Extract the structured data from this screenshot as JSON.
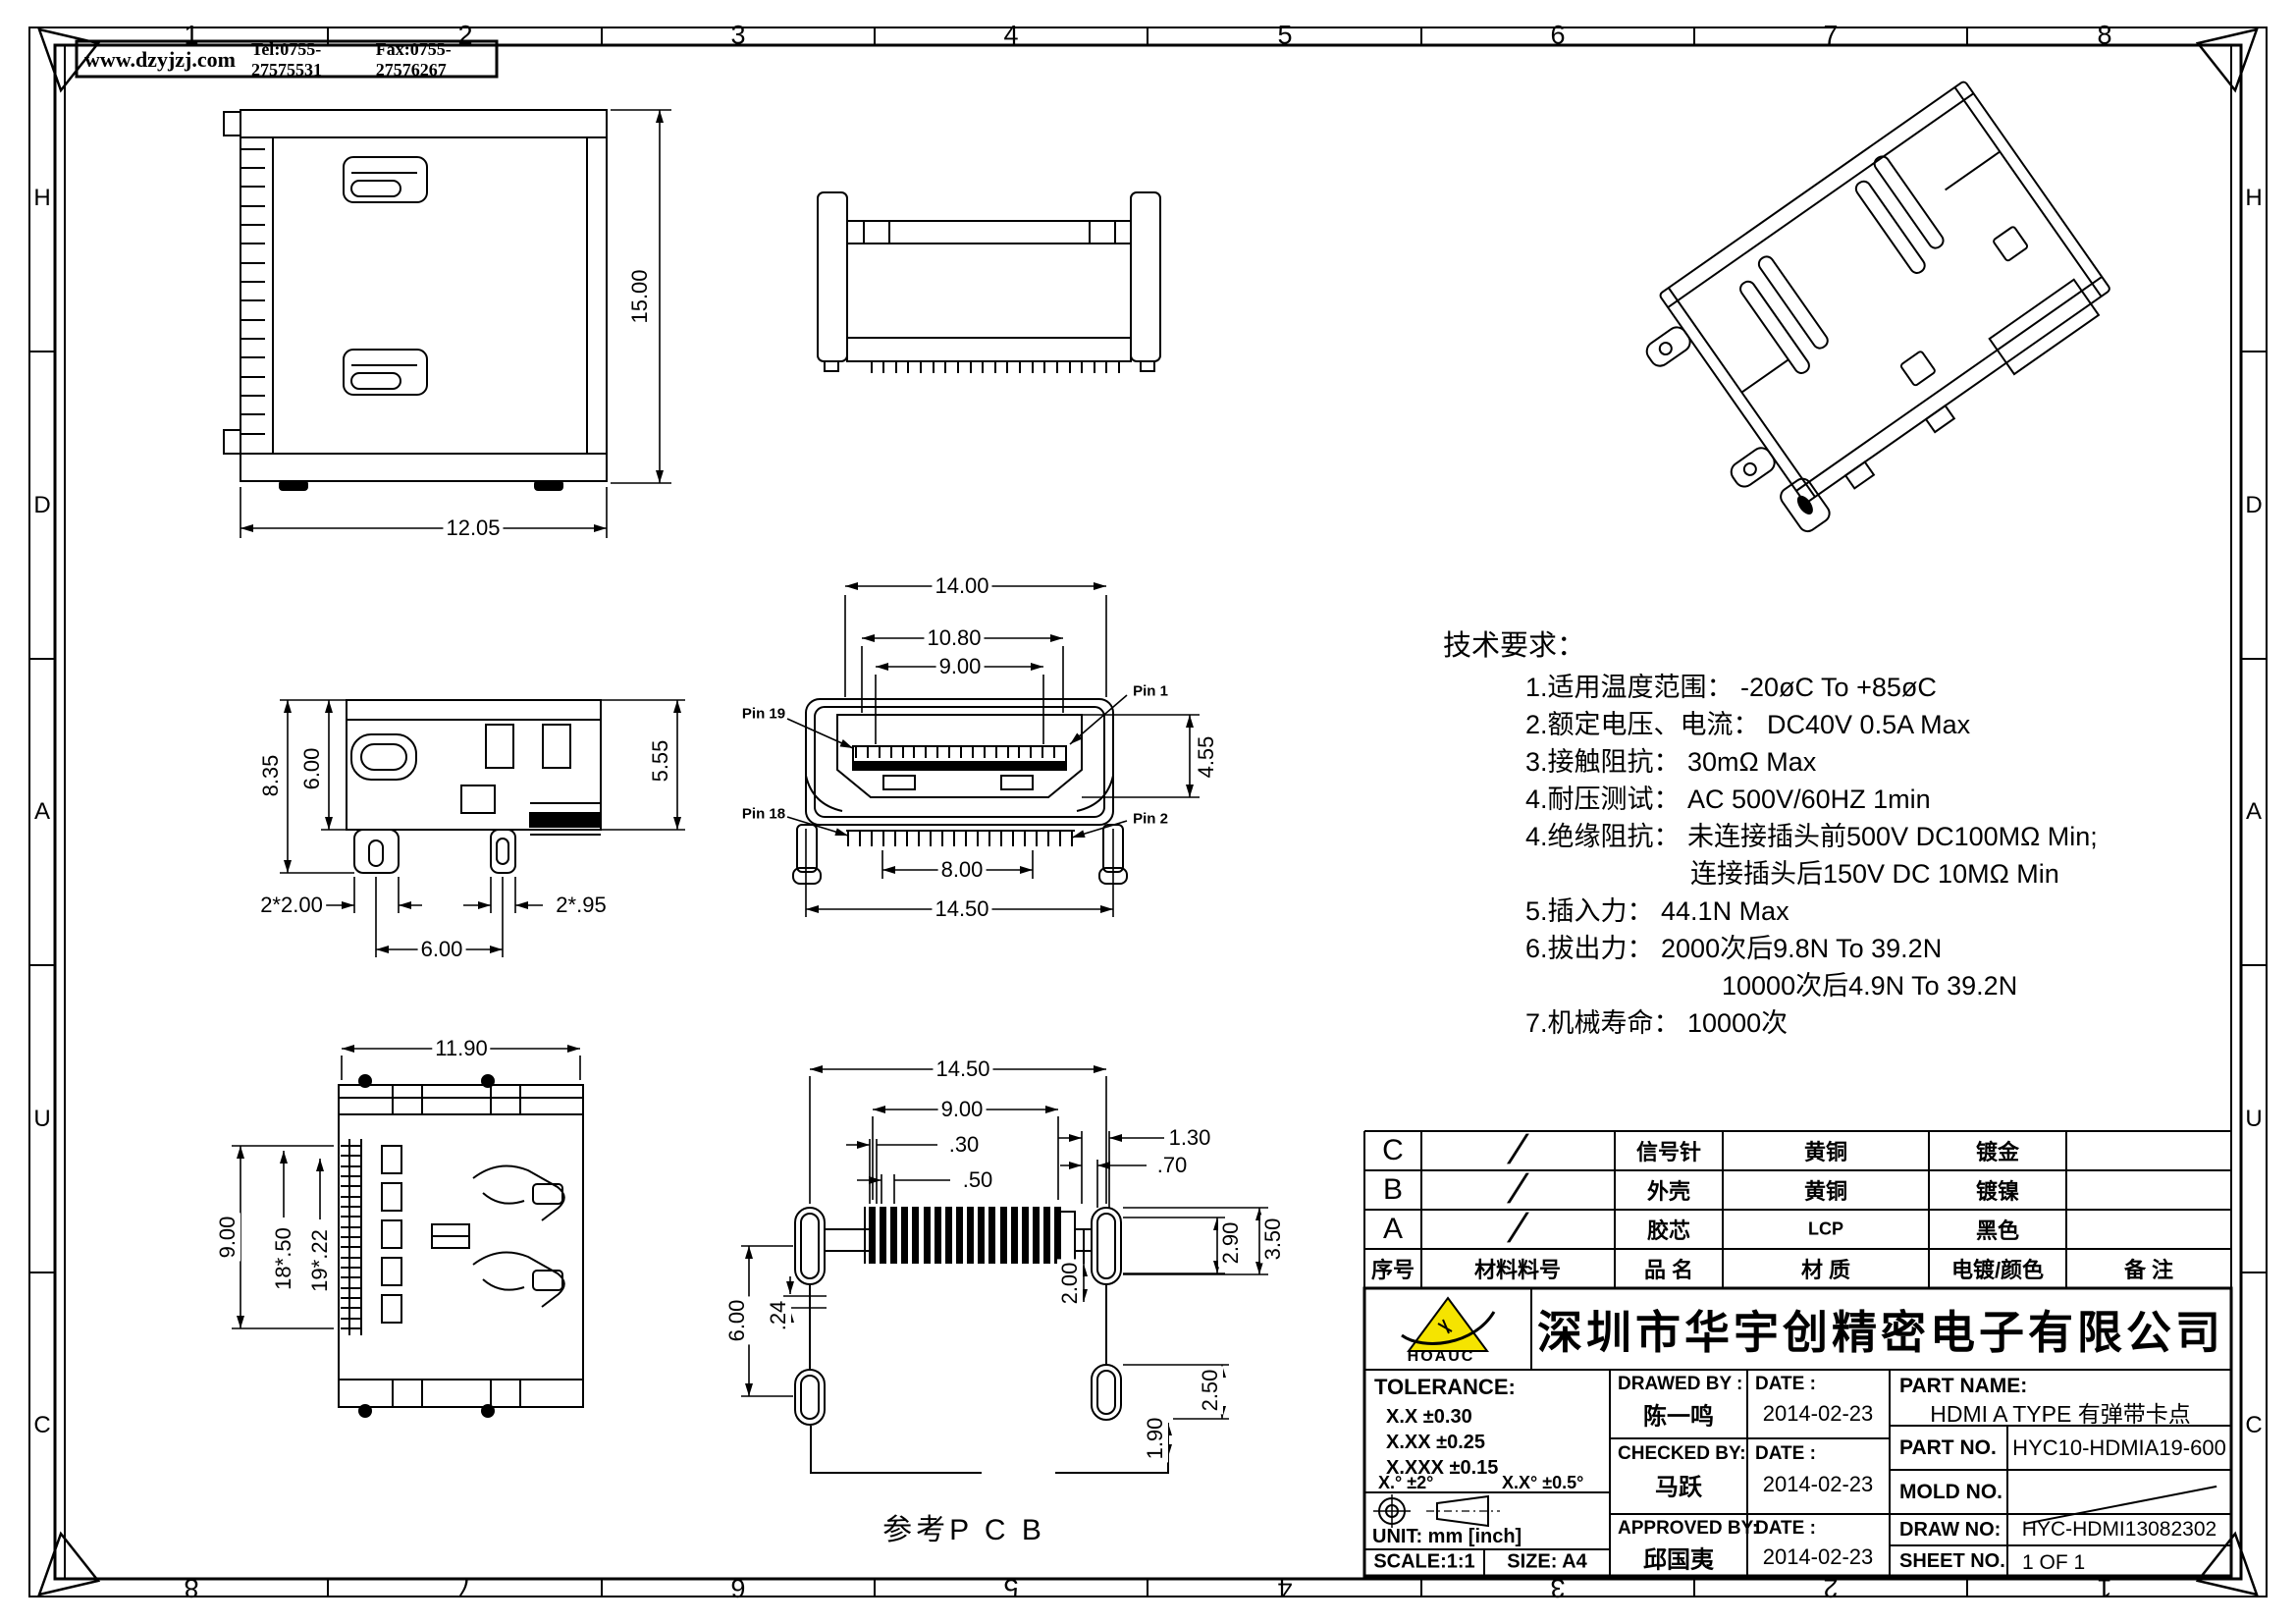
{
  "frame": {
    "cols_top": [
      "1",
      "2",
      "3",
      "4",
      "5",
      "6",
      "7",
      "8"
    ],
    "cols_bottom": [
      "8",
      "7",
      "6",
      "5",
      "4",
      "3",
      "2",
      "1"
    ],
    "rows_left": [
      "H",
      "D",
      "A",
      "U",
      "C"
    ],
    "rows_right": [
      "H",
      "D",
      "A",
      "U",
      "C"
    ]
  },
  "header": {
    "website": "www.dzyjzj.com",
    "tel": "Tel:0755-27575531",
    "fax": "Fax:0755-27576267"
  },
  "tech": {
    "title": "技术要求：",
    "lines": [
      "1.适用温度范围： -20øC To +85øC",
      "2.额定电压、电流： DC40V 0.5A Max",
      "3.接触阻抗： 30mΩ Max",
      "4.耐压测试： AC 500V/60HZ 1min",
      "4.绝缘阻抗： 未连接插头前500V DC100MΩ Min;",
      "连接插头后150V DC 10MΩ Min",
      "5.插入力： 44.1N Max",
      "6.拔出力： 2000次后9.8N To 39.2N",
      "10000次后4.9N To 39.2N",
      "7.机械寿命： 10000次"
    ]
  },
  "views": {
    "front": {
      "height": "15.00",
      "width": "12.05"
    },
    "profile": {
      "total_height": "8.35",
      "body_height": "6.00",
      "right_height": "5.55",
      "leg_width": "2*2.00",
      "pin_width": "2*.95",
      "leg_pitch": "6.00"
    },
    "face": {
      "width_outer": "14.00",
      "width_mid": "10.80",
      "width_inner": "9.00",
      "opening_height": "4.55",
      "pin_span": "8.00",
      "total_width": "14.50",
      "pins": {
        "p19": "Pin 19",
        "p1": "Pin 1",
        "p18": "Pin 18",
        "p2": "Pin 2"
      }
    },
    "rear": {
      "width": "11.90",
      "height": "9.00",
      "pin_pitch": "18*.50",
      "pin_width": "19*.22"
    },
    "pcb": {
      "total_width": "14.50",
      "pad_span": "9.00",
      "pad_width": ".30",
      "pad_pitch": ".50",
      "hole_dim1": "1.30",
      "hole_dim2": ".70",
      "dim_290": "2.90",
      "dim_350": "3.50",
      "pad_height": "2.00",
      "dim_600": "6.00",
      "dim_024": ".24",
      "dim_250": "2.50",
      "dim_190": "1.90",
      "caption": "参考P  C  B"
    }
  },
  "material_table": {
    "headers": {
      "no": "序号",
      "material_no": "材料料号",
      "name": "品  名",
      "material": "材  质",
      "plating": "电镀/颜色",
      "remark": "备  注"
    },
    "rows": [
      {
        "no": "C",
        "material_no": "/",
        "name": "信号针",
        "material": "黄铜",
        "plating": "镀金",
        "remark": ""
      },
      {
        "no": "B",
        "material_no": "/",
        "name": "外壳",
        "material": "黄铜",
        "plating": "镀镍",
        "remark": ""
      },
      {
        "no": "A",
        "material_no": "/",
        "name": "胶芯",
        "material": "LCP",
        "plating": "黑色",
        "remark": ""
      }
    ]
  },
  "title_block": {
    "company": "深圳市华宇创精密电子有限公司",
    "logo_text": "HOAUC",
    "tolerance": {
      "title": "TOLERANCE:",
      "r1": "X.X    ±0.30",
      "r2": "X.XX   ±0.25",
      "r3": "X.XXX ±0.15",
      "a1": "X.°  ±2°",
      "a2": "X.X°  ±0.5°"
    },
    "unit": "UNIT:  mm  [inch]",
    "scale": "SCALE:1:1",
    "size": "SIZE:  A4",
    "drawed": {
      "label": "DRAWED BY :",
      "name": "陈一鸣",
      "date_label": "DATE :",
      "date": "2014-02-23"
    },
    "checked": {
      "label": "CHECKED BY:",
      "name": "马跃",
      "date_label": "DATE :",
      "date": "2014-02-23"
    },
    "approved": {
      "label": "APPROVED BY:",
      "name": "邱国夷",
      "date_label": "DATE :",
      "date": "2014-02-23"
    },
    "part_name": {
      "label": "PART NAME:",
      "value": "HDMI A TYPE 有弹带卡点"
    },
    "part_no": {
      "label": "PART NO.",
      "value": "HYC10-HDMIA19-600"
    },
    "mold_no": {
      "label": "MOLD NO.",
      "value": ""
    },
    "draw_no": {
      "label": "DRAW NO:",
      "value": "HYC-HDMI13082302"
    },
    "sheet_no": {
      "label": "SHEET NO.",
      "value": "1 OF 1"
    }
  }
}
